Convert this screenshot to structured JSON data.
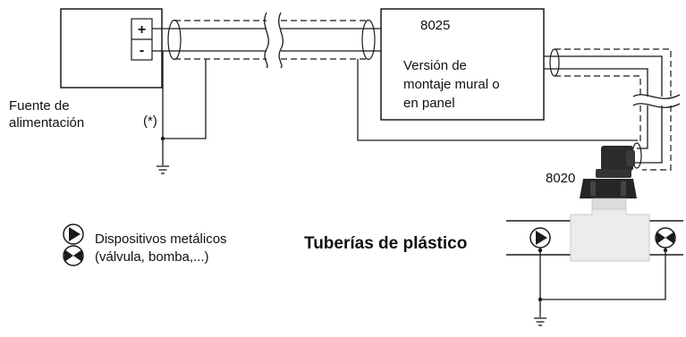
{
  "power_supply": {
    "plus": "+",
    "minus": "-",
    "label_line1": "Fuente de",
    "label_line2": "alimentación"
  },
  "ground_note": "(*)",
  "transmitter": {
    "model": "8025",
    "desc_line1": "Versión de",
    "desc_line2": "montaje mural o",
    "desc_line3": "en panel"
  },
  "sensor": {
    "model": "8020"
  },
  "legend": {
    "line1": "Dispositivos metálicos",
    "line2": "(válvula, bomba,...)"
  },
  "pipe_title": "Tuberías de plástico",
  "colors": {
    "line": "#1a1a1a",
    "sensor_body": "#2b2b2b",
    "pipe_fitting": "#ececec"
  }
}
